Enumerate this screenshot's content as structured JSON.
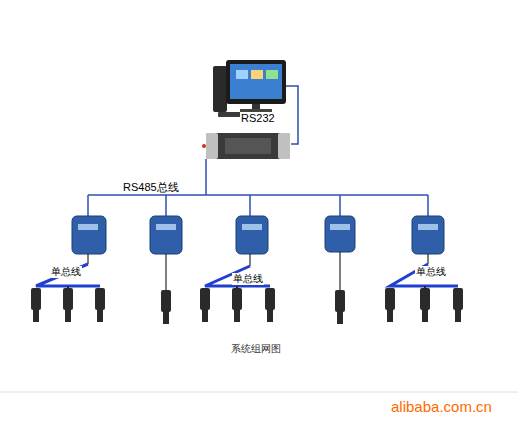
{
  "diagram": {
    "caption": "系统组网图",
    "labels": [
      "RS232",
      "RS485总线",
      "单总线",
      "单总线",
      "单总线",
      "alibaba.com.cn"
    ]
  }
}
